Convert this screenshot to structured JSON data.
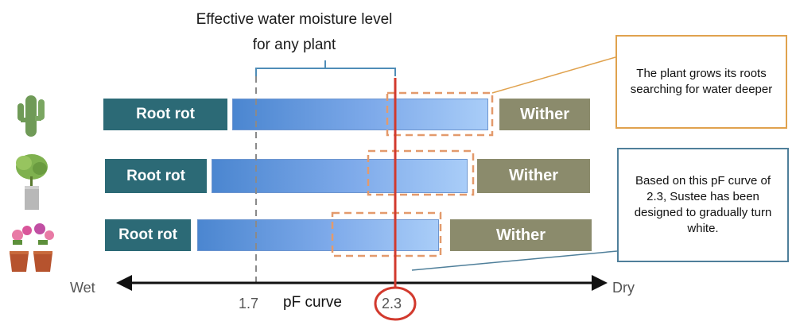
{
  "header": {
    "line1": "Effective water moisture level",
    "line2": "for any plant"
  },
  "rows": [
    {
      "plant_icon": "cactus-icon",
      "left_label": "Root rot",
      "right_label": "Wither"
    },
    {
      "plant_icon": "potted-plant-icon",
      "left_label": "Root rot",
      "right_label": "Wither"
    },
    {
      "plant_icon": "flower-pots-icon",
      "left_label": "Root rot",
      "right_label": "Wither"
    }
  ],
  "callouts": {
    "top": "The plant grows its roots searching for water deeper",
    "bottom": "Based on this pF curve of 2.3, Sustee has been designed to gradually turn white."
  },
  "axis": {
    "left_label": "Wet",
    "right_label": "Dry",
    "tick_1": "1.7",
    "caption": "pF curve",
    "tick_2": "2.3"
  },
  "colors": {
    "root_rot": "#2c6a76",
    "wither": "#8b8b6c",
    "marker_line": "#d23a2e",
    "dashed_box": "#e39a6c",
    "callout_top_border": "#e0a24e",
    "callout_bottom_border": "#4f7f9a"
  }
}
